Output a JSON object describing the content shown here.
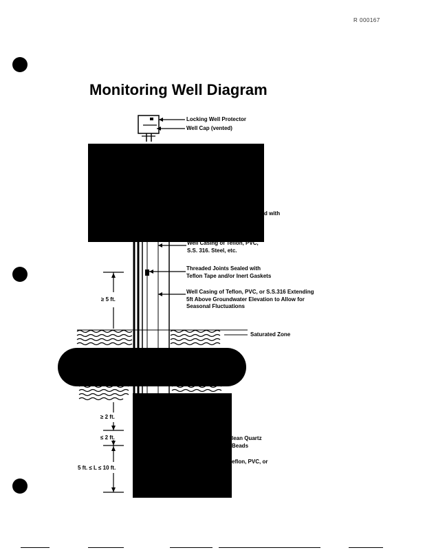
{
  "document": {
    "doc_id": "R 000167",
    "title": "Monitoring Well Diagram"
  },
  "labels": {
    "locking_protector": "Locking Well Protector",
    "well_cap": "Well Cap (vented)",
    "partial_sealed_with": "d with",
    "casing_line1": "Well Casing of Teflon, PVC,",
    "casing_line2": "S.S. 316. Steel, etc.",
    "joints_line1": "Threaded Joints Sealed with",
    "joints_line2": "Teflon Tape and/or Inert Gaskets",
    "extend_line1": "Well Casing of Teflon, PVC, or S.S.316 Extending",
    "extend_line2": "5ft Above Groundwater Elevation to Allow for",
    "extend_line3": "Seasonal Fluctuations",
    "saturated_zone": "Saturated Zone",
    "quartz_line1": "lean Quartz",
    "quartz_line2": "Beads",
    "screen_partial": "eflon, PVC, or"
  },
  "dimensions": {
    "above_water": "≥ 5 ft.",
    "seal_min": "≥ 2 ft.",
    "seal_max": "≤ 2 ft.",
    "screen_range": "5 ft. ≤ L ≤ 10 ft."
  }
}
